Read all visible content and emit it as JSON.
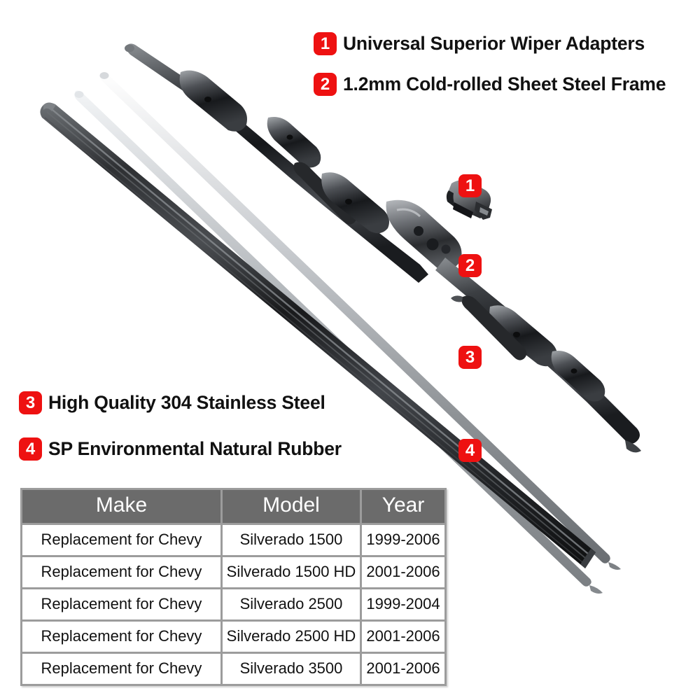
{
  "product": {
    "name": "windshield-wiper-blade-set",
    "background_color": "#ffffff",
    "parts": [
      {
        "id": 1,
        "name": "universal-wiper-adapter-clip",
        "color": "#6e7073"
      },
      {
        "id": 2,
        "name": "cold-rolled-steel-frame",
        "color": "#2a2c30"
      },
      {
        "id": 3,
        "name": "stainless-steel-rod",
        "color": "#b9bcbf"
      },
      {
        "id": 4,
        "name": "natural-rubber-blade",
        "color": "#232426"
      }
    ]
  },
  "callouts": {
    "badge_color": "#ee1111",
    "items": [
      {
        "number": "1",
        "label": "Universal Superior Wiper Adapters"
      },
      {
        "number": "2",
        "label": "1.2mm Cold-rolled Sheet Steel Frame"
      },
      {
        "number": "3",
        "label": "High Quality 304 Stainless Steel"
      },
      {
        "number": "4",
        "label": "SP Environmental Natural Rubber"
      }
    ],
    "markers": [
      {
        "number": "1",
        "target": "adapter-clip"
      },
      {
        "number": "2",
        "target": "steel-frame"
      },
      {
        "number": "3",
        "target": "stainless-rod"
      },
      {
        "number": "4",
        "target": "rubber-blade"
      }
    ]
  },
  "fitment_table": {
    "header_bg": "#6b6b6b",
    "border_color": "#9c9c9c",
    "columns": [
      "Make",
      "Model",
      "Year"
    ],
    "rows": [
      [
        "Replacement for Chevy",
        "Silverado 1500",
        "1999-2006"
      ],
      [
        "Replacement for Chevy",
        "Silverado 1500 HD",
        "2001-2006"
      ],
      [
        "Replacement for Chevy",
        "Silverado 2500",
        "1999-2004"
      ],
      [
        "Replacement for Chevy",
        "Silverado 2500 HD",
        "2001-2006"
      ],
      [
        "Replacement for Chevy",
        "Silverado 3500",
        "2001-2006"
      ]
    ]
  }
}
